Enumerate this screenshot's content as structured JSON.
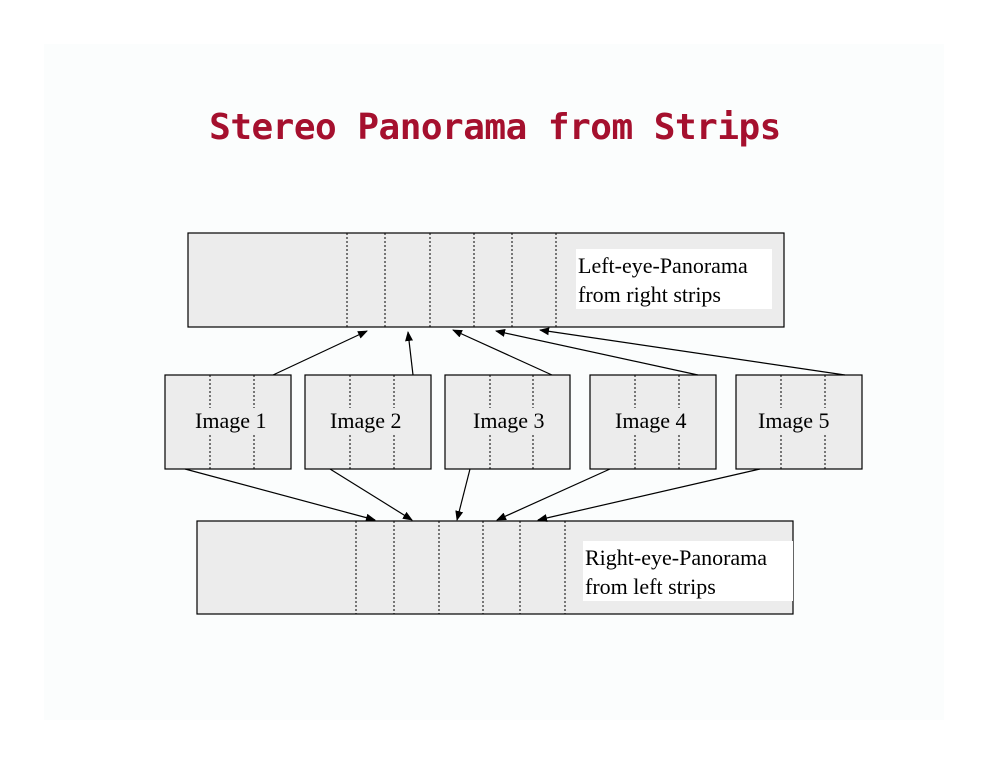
{
  "title": "Stereo Panorama from Strips",
  "colors": {
    "title": "#a5102e",
    "box_fill": "#ececec",
    "box_stroke": "#000000",
    "slide_bg": "#fbfdfd"
  },
  "panoramas": {
    "left_eye": {
      "line1": "Left-eye-Panorama",
      "line2": "from right strips"
    },
    "right_eye": {
      "line1": "Right-eye-Panorama",
      "line2": "from left strips"
    }
  },
  "images": [
    {
      "label": "Image 1"
    },
    {
      "label": "Image 2"
    },
    {
      "label": "Image 3"
    },
    {
      "label": "Image 4"
    },
    {
      "label": "Image 5"
    }
  ]
}
